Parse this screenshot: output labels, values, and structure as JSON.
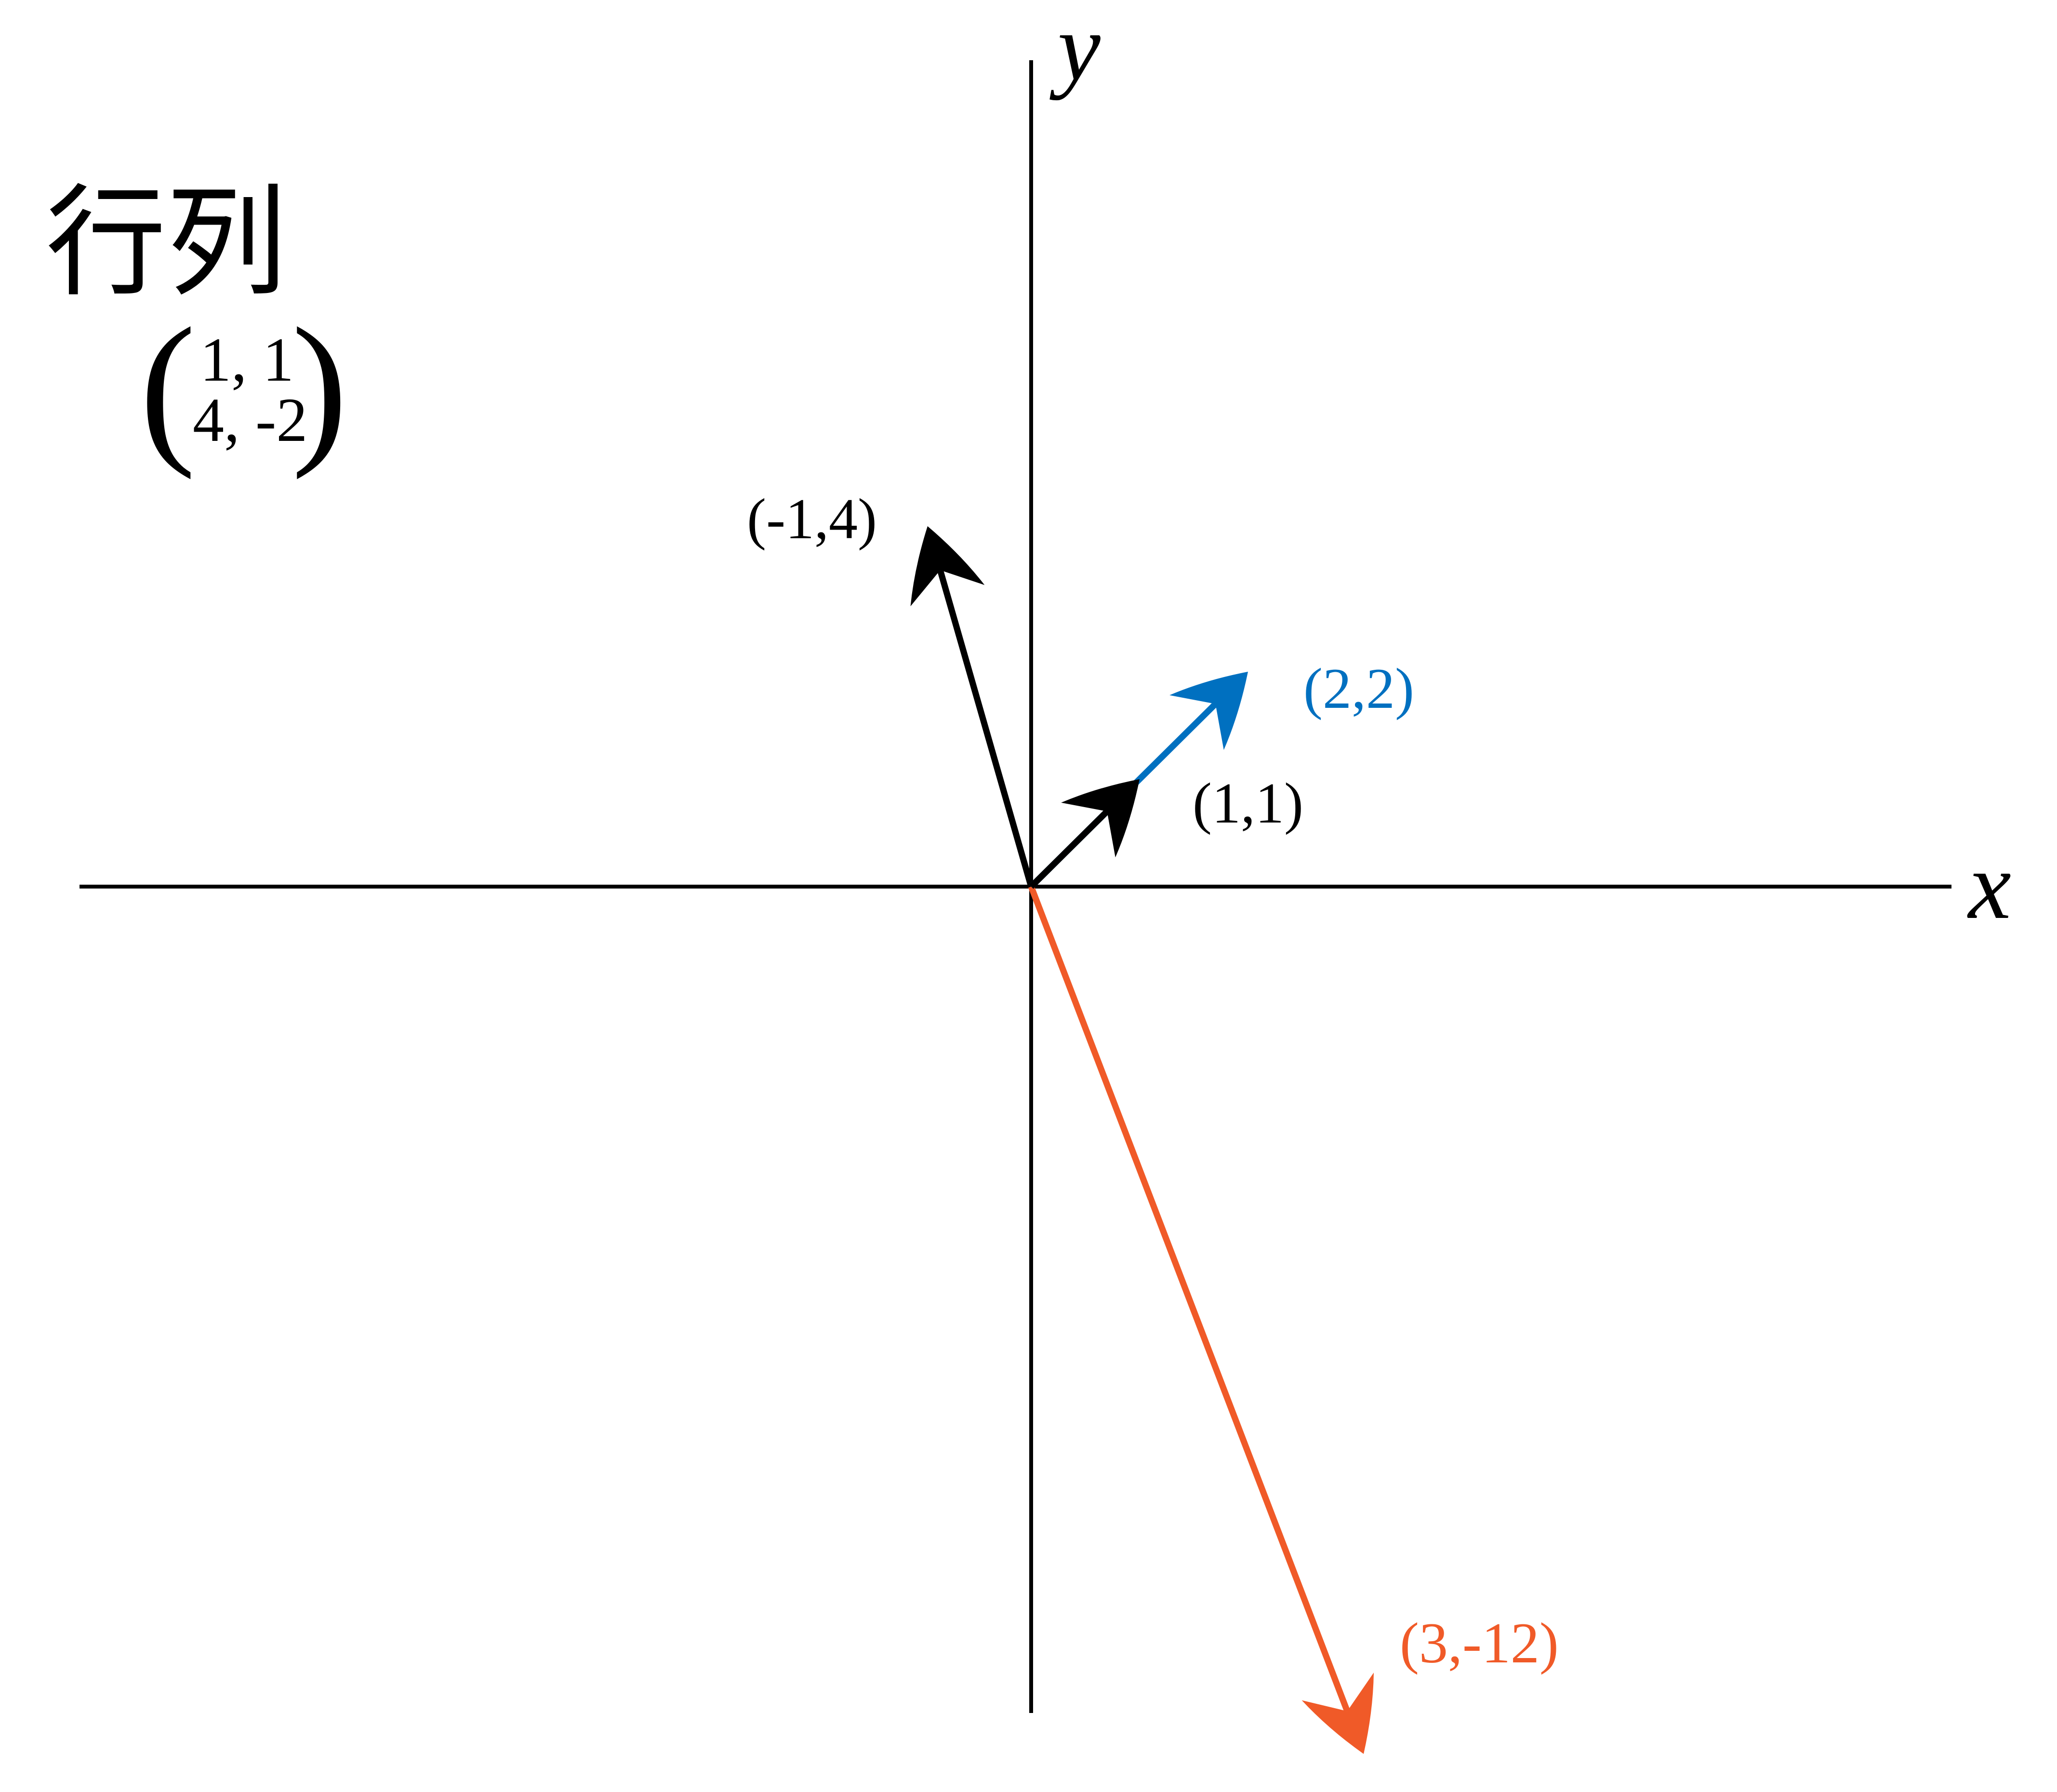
{
  "title": "行列",
  "matrix": {
    "row1": "1, 1",
    "row2": "4, -2"
  },
  "axes": {
    "x_label": "x",
    "y_label": "y"
  },
  "colors": {
    "axis": "#000000",
    "input_vector": "#000000",
    "output_vector": "#0070c0",
    "output_vector_alt": "#f05a28"
  },
  "chart_data": {
    "type": "vector-diagram",
    "vectors": [
      {
        "label": "(1,1)",
        "x": 1,
        "y": 1,
        "color": "#000000"
      },
      {
        "label": "(2,2)",
        "x": 2,
        "y": 2,
        "color": "#0070c0"
      },
      {
        "label": "(-1,4)",
        "x": -1,
        "y": 4,
        "color": "#000000"
      },
      {
        "label": "(3,-12)",
        "x": 3,
        "y": -12,
        "color": "#f05a28"
      }
    ]
  }
}
